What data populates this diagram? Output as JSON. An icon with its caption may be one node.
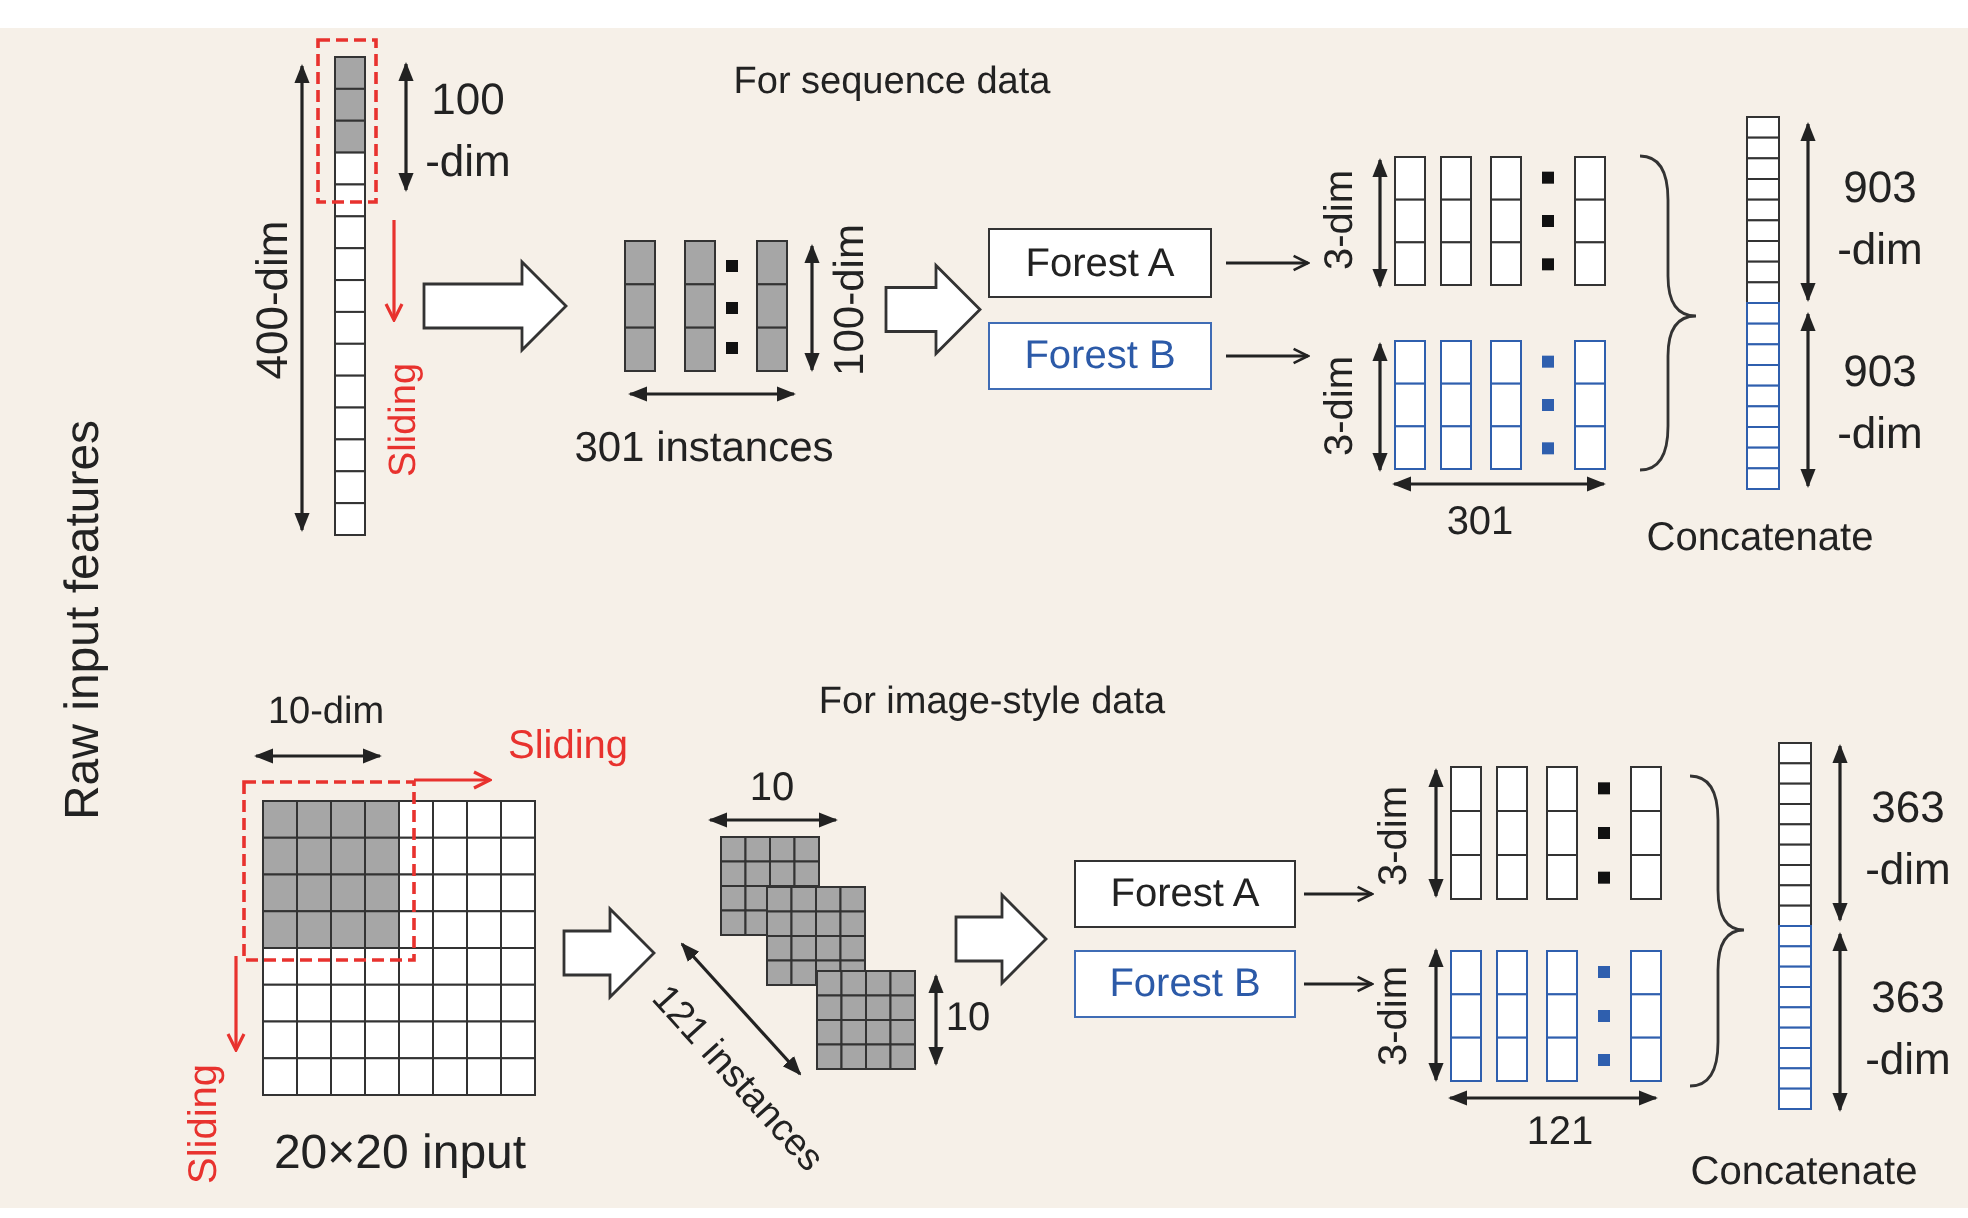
{
  "diagram": {
    "nodes": [
      {
        "text": [],
        "shape": "picture"
      },
      {
        "text": [],
        "shape": "picture"
      },
      {
        "text": [
          "Forest A"
        ]
      },
      {
        "text": [
          "Forest B"
        ]
      },
      {
        "text": [],
        "shape": "picture",
        "beside": [
          "3-dim"
        ]
      },
      {
        "text": [],
        "shape": "picture",
        "beside": [
          "3-dim"
        ]
      },
      {
        "text": [],
        "shape": "picture"
      },
      {
        "text": [],
        "shape": "picture",
        "beside": [
          "20×20 input"
        ]
      },
      {
        "text": [],
        "shape": "picture"
      },
      {
        "text": [
          "Forest A"
        ]
      },
      {
        "text": [
          "Forest B"
        ]
      },
      {
        "text": [],
        "shape": "picture",
        "beside": [
          "3-dim"
        ]
      },
      {
        "text": [],
        "shape": "picture",
        "beside": [
          "3-dim"
        ]
      },
      {
        "text": [],
        "shape": "picture"
      }
    ],
    "edges": [
      {
        "from": 0,
        "to": 1,
        "arrow": "to",
        "style": "thick"
      },
      {
        "from": 1,
        "to": 2,
        "arrow": "to",
        "style": "thick"
      },
      {
        "from": 1,
        "to": 3,
        "arrow": "to",
        "style": "thick"
      },
      {
        "from": 2,
        "to": 4,
        "arrow": "to"
      },
      {
        "from": 3,
        "to": 5,
        "arrow": "to"
      },
      {
        "from": 7,
        "to": 8,
        "arrow": "to",
        "style": "thick"
      },
      {
        "from": 8,
        "to": 9,
        "arrow": "to",
        "style": "thick"
      },
      {
        "from": 8,
        "to": 10,
        "arrow": "to",
        "style": "thick"
      },
      {
        "from": 9,
        "to": 11,
        "arrow": "to"
      },
      {
        "from": 10,
        "to": 12,
        "arrow": "to"
      }
    ],
    "labels": [
      "Raw input features",
      "400-dim",
      "100 -dim",
      "For sequence data",
      "Sliding",
      "100-dim",
      "301 instances",
      "903 -dim",
      "903 -dim",
      "301",
      "Concatenate",
      "10-dim",
      "Sliding",
      "For image-style data",
      "10",
      "Sliding",
      "121 instances",
      "10",
      "363 -dim",
      "363 -dim",
      "121",
      "Concatenate"
    ]
  }
}
